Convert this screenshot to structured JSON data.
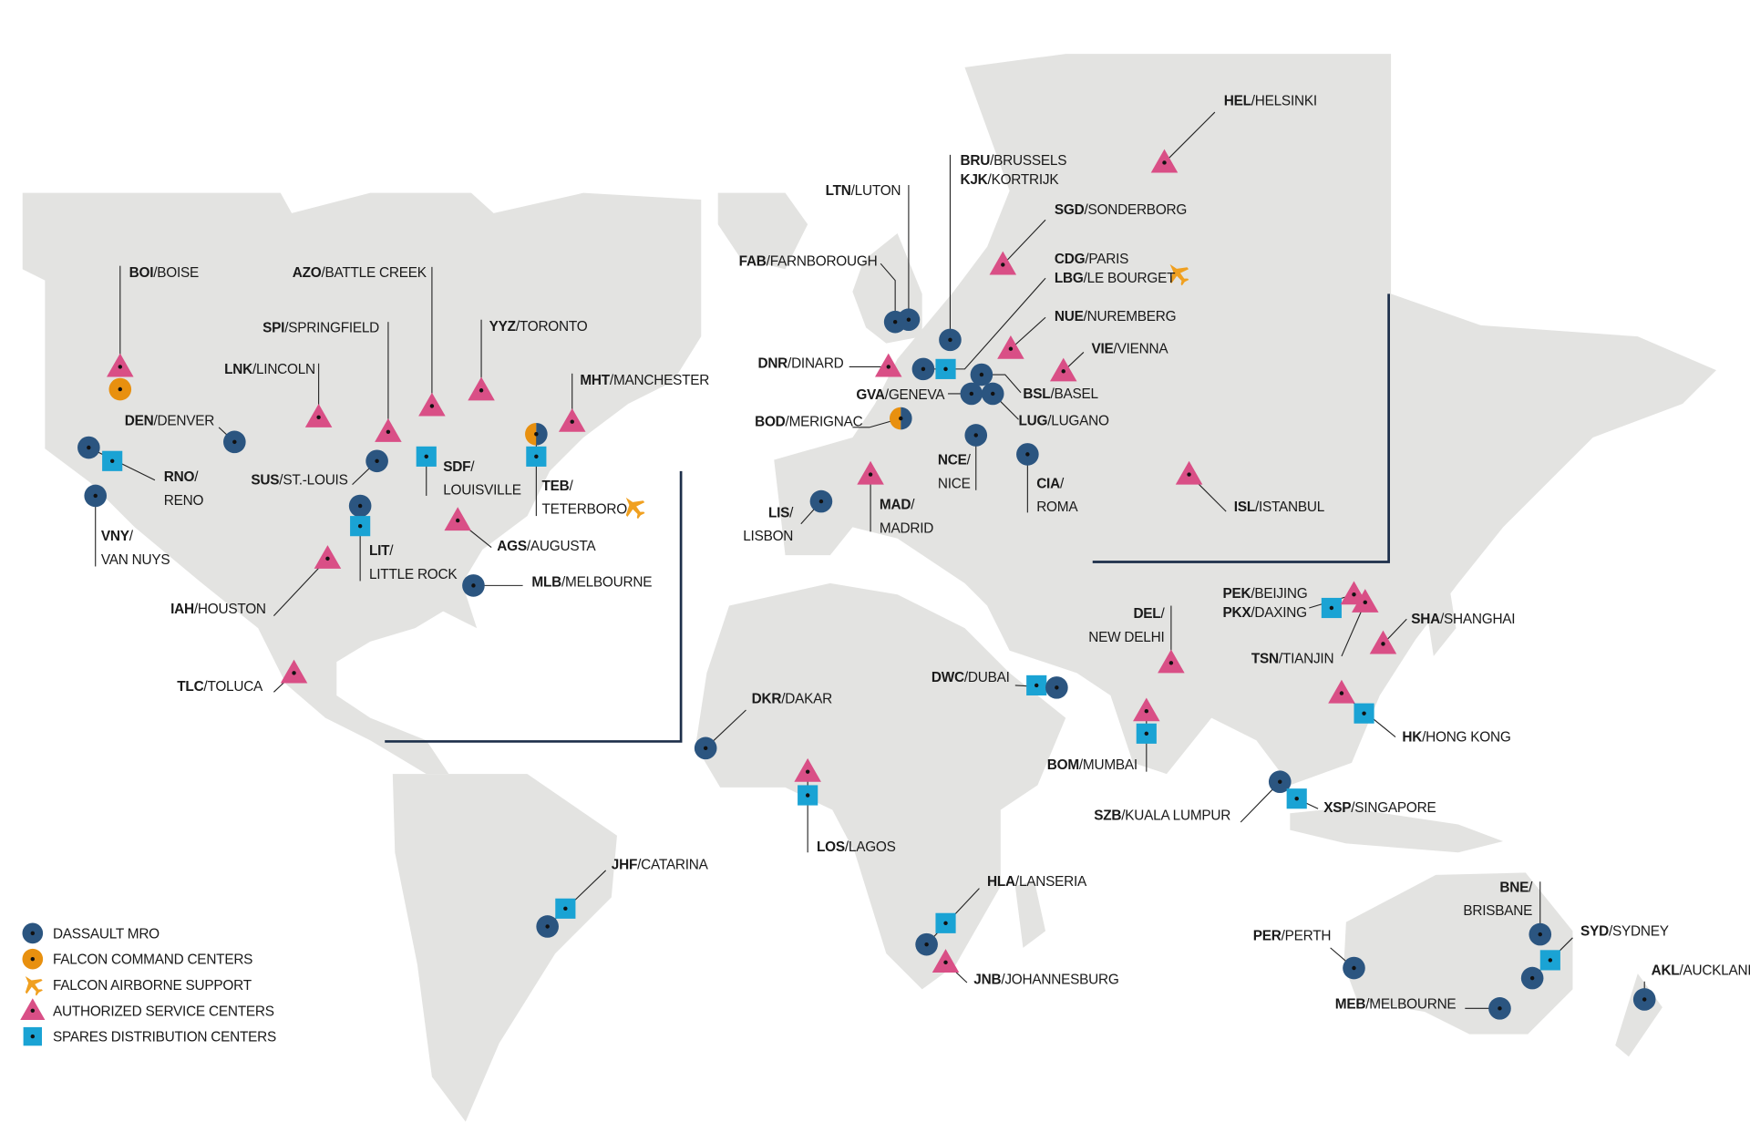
{
  "colors": {
    "land": "#e3e3e1",
    "mro": "#2b5580",
    "command": "#e8900f",
    "airborne": "#f0a020",
    "service": "#d94f86",
    "spares": "#1aa3d4",
    "frame": "#1d2f4a"
  },
  "separator": "/",
  "legend": [
    {
      "type": "mro",
      "icon": "blue-circle-icon",
      "label": "DASSAULT MRO"
    },
    {
      "type": "command",
      "icon": "orange-circle-icon",
      "label": "FALCON COMMAND CENTERS"
    },
    {
      "type": "airborne",
      "icon": "airplane-icon",
      "label": "FALCON AIRBORNE SUPPORT"
    },
    {
      "type": "service",
      "icon": "pink-triangle-icon",
      "label": "AUTHORIZED SERVICE CENTERS"
    },
    {
      "type": "spares",
      "icon": "cyan-square-icon",
      "label": "SPARES DISTRIBUTION CENTERS"
    }
  ],
  "locations": [
    {
      "code": "BOI",
      "name": "BOISE",
      "types": [
        "service",
        "command"
      ]
    },
    {
      "code": "AZO",
      "name": "BATTLE CREEK",
      "types": [
        "service"
      ]
    },
    {
      "code": "SPI",
      "name": "SPRINGFIELD",
      "types": [
        "service"
      ]
    },
    {
      "code": "YYZ",
      "name": "TORONTO",
      "types": [
        "service"
      ]
    },
    {
      "code": "LNK",
      "name": "LINCOLN",
      "types": [
        "service"
      ]
    },
    {
      "code": "MHT",
      "name": "MANCHESTER",
      "types": [
        "service"
      ]
    },
    {
      "code": "DEN",
      "name": "DENVER",
      "types": [
        "mro"
      ]
    },
    {
      "code": "RNO",
      "name": "RENO",
      "types": [
        "mro",
        "spares"
      ]
    },
    {
      "code": "VNY",
      "name": "VAN NUYS",
      "types": [
        "mro"
      ]
    },
    {
      "code": "SUS",
      "name": "ST.-LOUIS",
      "types": [
        "mro"
      ]
    },
    {
      "code": "SDF",
      "name": "LOUISVILLE",
      "types": [
        "spares"
      ]
    },
    {
      "code": "TEB",
      "name": "TETERBORO",
      "types": [
        "command",
        "mro",
        "spares",
        "airborne"
      ]
    },
    {
      "code": "LIT",
      "name": "LITTLE ROCK",
      "types": [
        "mro",
        "spares"
      ]
    },
    {
      "code": "AGS",
      "name": "AUGUSTA",
      "types": [
        "service"
      ]
    },
    {
      "code": "IAH",
      "name": "HOUSTON",
      "types": [
        "service"
      ]
    },
    {
      "code": "MLB",
      "name": "MELBOURNE",
      "types": [
        "mro"
      ]
    },
    {
      "code": "TLC",
      "name": "TOLUCA",
      "types": [
        "service"
      ]
    },
    {
      "code": "JHF",
      "name": "CATARINA",
      "types": [
        "mro",
        "spares"
      ]
    },
    {
      "code": "LTN",
      "name": "LUTON",
      "types": [
        "mro"
      ]
    },
    {
      "code": "FAB",
      "name": "FARNBOROUGH",
      "types": [
        "mro"
      ]
    },
    {
      "code": "BRU",
      "name": "BRUSSELS",
      "code2": "KJK",
      "name2": "KORTRIJK",
      "types": [
        "mro"
      ]
    },
    {
      "code": "SGD",
      "name": "SONDERBORG",
      "types": [
        "service"
      ]
    },
    {
      "code": "CDG",
      "name": "PARIS",
      "code2": "LBG",
      "name2": "LE BOURGET",
      "types": [
        "mro",
        "spares",
        "airborne"
      ]
    },
    {
      "code": "NUE",
      "name": "NUREMBERG",
      "types": [
        "service"
      ]
    },
    {
      "code": "VIE",
      "name": "VIENNA",
      "types": [
        "service"
      ]
    },
    {
      "code": "DNR",
      "name": "DINARD",
      "types": [
        "service"
      ]
    },
    {
      "code": "GVA",
      "name": "GENEVA",
      "types": [
        "mro"
      ]
    },
    {
      "code": "BSL",
      "name": "BASEL",
      "types": [
        "mro"
      ]
    },
    {
      "code": "LUG",
      "name": "LUGANO",
      "types": [
        "mro"
      ]
    },
    {
      "code": "BOD",
      "name": "MERIGNAC",
      "types": [
        "command",
        "mro"
      ]
    },
    {
      "code": "NCE",
      "name": "NICE",
      "types": [
        "mro"
      ]
    },
    {
      "code": "CIA",
      "name": "ROMA",
      "types": [
        "mro"
      ]
    },
    {
      "code": "MAD",
      "name": "MADRID",
      "types": [
        "service"
      ]
    },
    {
      "code": "LIS",
      "name": "LISBON",
      "types": [
        "mro"
      ]
    },
    {
      "code": "HEL",
      "name": "HELSINKI",
      "types": [
        "service"
      ]
    },
    {
      "code": "ISL",
      "name": "ISTANBUL",
      "types": [
        "service"
      ]
    },
    {
      "code": "DKR",
      "name": "DAKAR",
      "types": [
        "mro"
      ]
    },
    {
      "code": "LOS",
      "name": "LAGOS",
      "types": [
        "service",
        "spares"
      ]
    },
    {
      "code": "HLA",
      "name": "LANSERIA",
      "types": [
        "spares",
        "mro"
      ]
    },
    {
      "code": "JNB",
      "name": "JOHANNESBURG",
      "types": [
        "service"
      ]
    },
    {
      "code": "DWC",
      "name": "DUBAI",
      "types": [
        "spares",
        "mro"
      ]
    },
    {
      "code": "DEL",
      "name": "NEW DELHI",
      "types": [
        "service"
      ]
    },
    {
      "code": "BOM",
      "name": "MUMBAI",
      "types": [
        "service",
        "spares"
      ]
    },
    {
      "code": "PEK",
      "name": "BEIJING",
      "code2": "PKX",
      "name2": "DAXING",
      "types": [
        "spares",
        "service"
      ]
    },
    {
      "code": "TSN",
      "name": "TIANJIN",
      "types": [
        "service"
      ]
    },
    {
      "code": "SHA",
      "name": "SHANGHAI",
      "types": [
        "service"
      ]
    },
    {
      "code": "HK",
      "name": "HONG KONG",
      "types": [
        "service",
        "spares"
      ]
    },
    {
      "code": "SZB",
      "name": "KUALA LUMPUR",
      "types": [
        "mro"
      ]
    },
    {
      "code": "XSP",
      "name": "SINGAPORE",
      "types": [
        "spares"
      ]
    },
    {
      "code": "BNE",
      "name": "BRISBANE",
      "types": [
        "mro"
      ]
    },
    {
      "code": "SYD",
      "name": "SYDNEY",
      "types": [
        "spares",
        "mro"
      ]
    },
    {
      "code": "PER",
      "name": "PERTH",
      "types": [
        "mro"
      ]
    },
    {
      "code": "MEB",
      "name": "MELBOURNE",
      "types": [
        "mro"
      ]
    },
    {
      "code": "AKL",
      "name": "AUCKLAND",
      "types": [
        "mro"
      ]
    }
  ]
}
